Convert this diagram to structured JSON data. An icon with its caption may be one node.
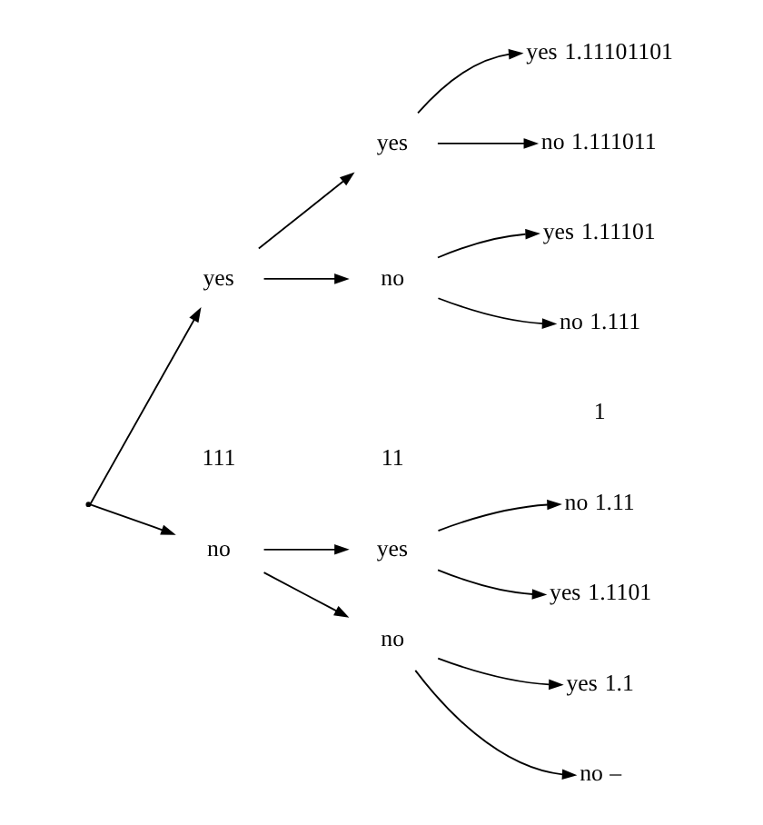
{
  "diagram": {
    "nodes": [
      {
        "text": [],
        "shape": "point"
      },
      {
        "text": [
          "no"
        ]
      },
      {
        "text": [
          "yes"
        ]
      },
      {
        "text": [
          "no"
        ]
      },
      {
        "text": [
          "yes"
        ]
      },
      {
        "text": [
          "no"
        ]
      },
      {
        "text": [
          "yes"
        ]
      },
      {
        "text": [
          "no"
        ],
        "beside": [
          "–"
        ]
      },
      {
        "text": [
          "yes"
        ],
        "beside": [
          "1.1"
        ]
      },
      {
        "text": [
          "no"
        ],
        "beside": [
          "1.11"
        ]
      },
      {
        "text": [
          "yes"
        ],
        "beside": [
          "1.1101"
        ]
      },
      {
        "text": [
          "no"
        ],
        "beside": [
          "1.111"
        ]
      },
      {
        "text": [
          "yes"
        ],
        "beside": [
          "1.11101"
        ]
      },
      {
        "text": [
          "no"
        ],
        "beside": [
          "1.111011"
        ]
      },
      {
        "text": [
          "yes"
        ],
        "beside": [
          "1.11101101"
        ]
      }
    ],
    "edges": [
      {
        "from": 0,
        "to": 1,
        "arrow": "to"
      },
      {
        "from": 0,
        "to": 2,
        "arrow": "to"
      },
      {
        "from": 1,
        "to": 3,
        "arrow": "to"
      },
      {
        "from": 1,
        "to": 4,
        "arrow": "to"
      },
      {
        "from": 2,
        "to": 5,
        "arrow": "to"
      },
      {
        "from": 2,
        "to": 6,
        "arrow": "to"
      },
      {
        "from": 3,
        "to": 7,
        "arrow": "to"
      },
      {
        "from": 3,
        "to": 8,
        "arrow": "to"
      },
      {
        "from": 4,
        "to": 9,
        "arrow": "to"
      },
      {
        "from": 4,
        "to": 10,
        "arrow": "to"
      },
      {
        "from": 5,
        "to": 11,
        "arrow": "to"
      },
      {
        "from": 5,
        "to": 12,
        "arrow": "to"
      },
      {
        "from": 6,
        "to": 13,
        "arrow": "to"
      },
      {
        "from": 6,
        "to": 14,
        "arrow": "to"
      }
    ],
    "labels": [
      "111",
      "11",
      "1"
    ]
  }
}
